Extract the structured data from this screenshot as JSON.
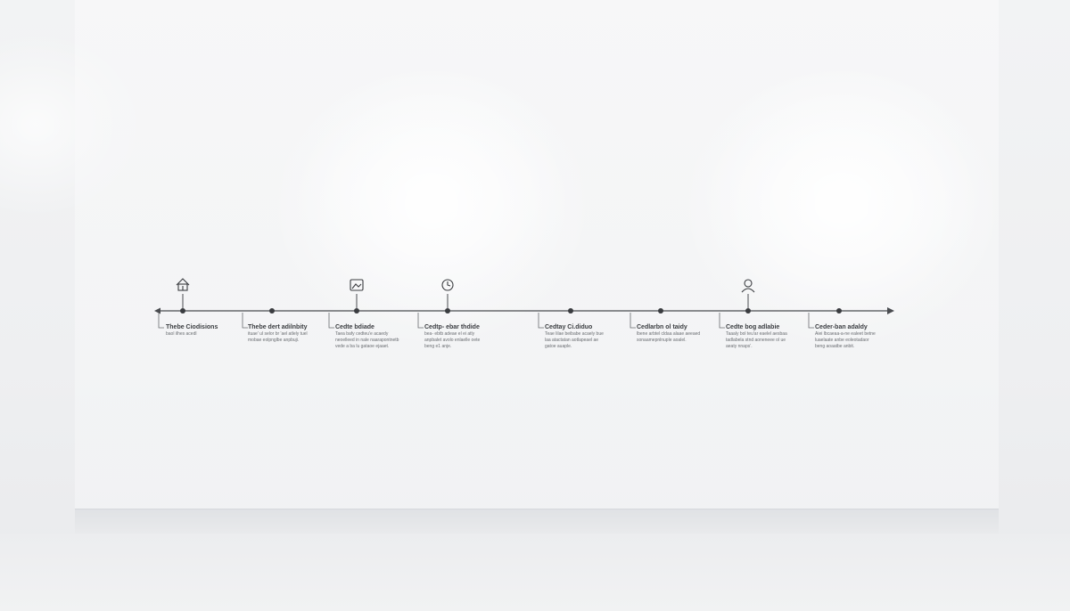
{
  "timeline": {
    "milestones": [
      {
        "title": "Thebe Ciodisions",
        "body": "baol ilhes acedl",
        "icon": "house-icon",
        "marker_above": true
      },
      {
        "title": "Thebe dert adilnbity",
        "body": "ituae' ul selor br 'ael atlely tuel mobae eolpnglbe anpbuji.",
        "icon": "",
        "marker_above": false
      },
      {
        "title": "Cedte bdiade",
        "body": "Taea bafy cedteu'e acaedy neoelleed in nale naarapontnetb vede a ba lu gataoe ejaaet.",
        "icon": "picture-icon",
        "marker_above": true
      },
      {
        "title": "Cedtp- ebar thdide",
        "body": "bea- ebtb adeae el ei atly anpbalet avolo enlaelle oete beng e1 anje.",
        "icon": "clock-icon",
        "marker_above": true
      },
      {
        "title": "Cedtay Ci.diduo",
        "body": "Teae lilae beibabe acaely bue laa atactatan aotlapeael ae gatoe auaple.",
        "icon": "",
        "marker_above": false
      },
      {
        "title": "Cedlarbn ol taidy",
        "body": "lbene arbtel cldaa alaae aeeaed sonaamepnlnuple aoalel.",
        "icon": "",
        "marker_above": false
      },
      {
        "title": "Cedte bog adlabie",
        "body": "Taaaly bol teu'ar eaelel aesbaa tadlabela stnd aoneneee ol ue aeaty nnaps'.",
        "icon": "person-icon",
        "marker_above": true
      },
      {
        "title": "Ceder-ban adaldy",
        "body": "Aiei lbcaeaa-a-ne ealeet betne luaelaate anbe eoleotadaor beng aoaatbe anbit.",
        "icon": "",
        "marker_above": false
      }
    ]
  }
}
